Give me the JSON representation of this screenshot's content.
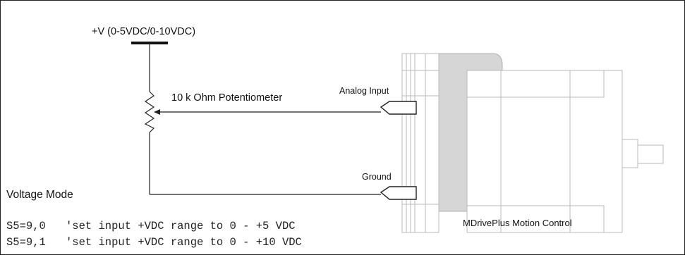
{
  "labels": {
    "supply": "+V (0-5VDC/0-10VDC)",
    "potentiometer": "10 k Ohm Potentiometer",
    "analog_input": "Analog Input",
    "ground": "Ground",
    "device": "MDrivePlus Motion Control",
    "mode_title": "Voltage Mode"
  },
  "code_lines": [
    {
      "command": "S5=9,0",
      "comment": "'set input +VDC range to 0 - +5 VDC"
    },
    {
      "command": "S5=9,1",
      "comment": "'set input +VDC range to 0 - +10 VDC"
    }
  ]
}
